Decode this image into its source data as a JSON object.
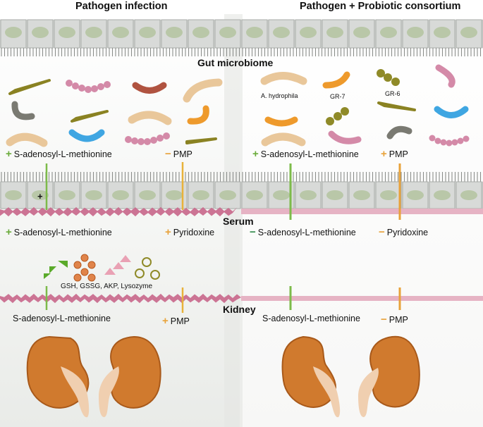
{
  "panels": {
    "left_title": "Pathogen infection",
    "right_title": "Pathogen + Probiotic consortium"
  },
  "sections": {
    "gut": "Gut microbiome",
    "serum": "Serum",
    "kidney": "Kidney"
  },
  "bacteria_labels": {
    "a_hydrophila": "A. hydrophila",
    "gr7": "GR-7",
    "gr6": "GR-6"
  },
  "left": {
    "gut_metabolite_1": {
      "sign": "+",
      "name": "S-adenosyl-L-methionine"
    },
    "gut_metabolite_2": {
      "sign": "−",
      "name": "PMP"
    },
    "serum_metabolite_1": {
      "sign": "+",
      "name": "S-adenosyl-L-methionine"
    },
    "serum_metabolite_2": {
      "sign": "+",
      "name": "Pyridoxine"
    },
    "markers": "GSH, GSSG, AKP, Lysozyme",
    "kidney_metabolite_1": {
      "sign": "",
      "name": "S-adenosyl-L-methionine"
    },
    "kidney_metabolite_2": {
      "sign": "+",
      "name": "PMP"
    },
    "epithelium_mark": "+"
  },
  "right": {
    "gut_metabolite_1": {
      "sign": "+",
      "name": "S-adenosyl-L-methionine"
    },
    "gut_metabolite_2": {
      "sign": "+",
      "name": "PMP"
    },
    "serum_metabolite_1": {
      "sign": "−",
      "name": "S-adenosyl-L-methionine"
    },
    "serum_metabolite_2": {
      "sign": "−",
      "name": "Pyridoxine"
    },
    "kidney_metabolite_1": {
      "sign": "",
      "name": "S-adenosyl-L-methionine"
    },
    "kidney_metabolite_2": {
      "sign": "−",
      "name": "PMP"
    }
  },
  "colors": {
    "cell_fill": "#d8dad8",
    "nucleus": "#b9c7a8",
    "membrane": "#c8668a",
    "membrane_light": "#e6b3c4",
    "green_sign": "#6aab3a",
    "orange_sign": "#e8a23a",
    "kidney": "#d07a2e",
    "kidney_pelvis": "#f0cfb0"
  }
}
